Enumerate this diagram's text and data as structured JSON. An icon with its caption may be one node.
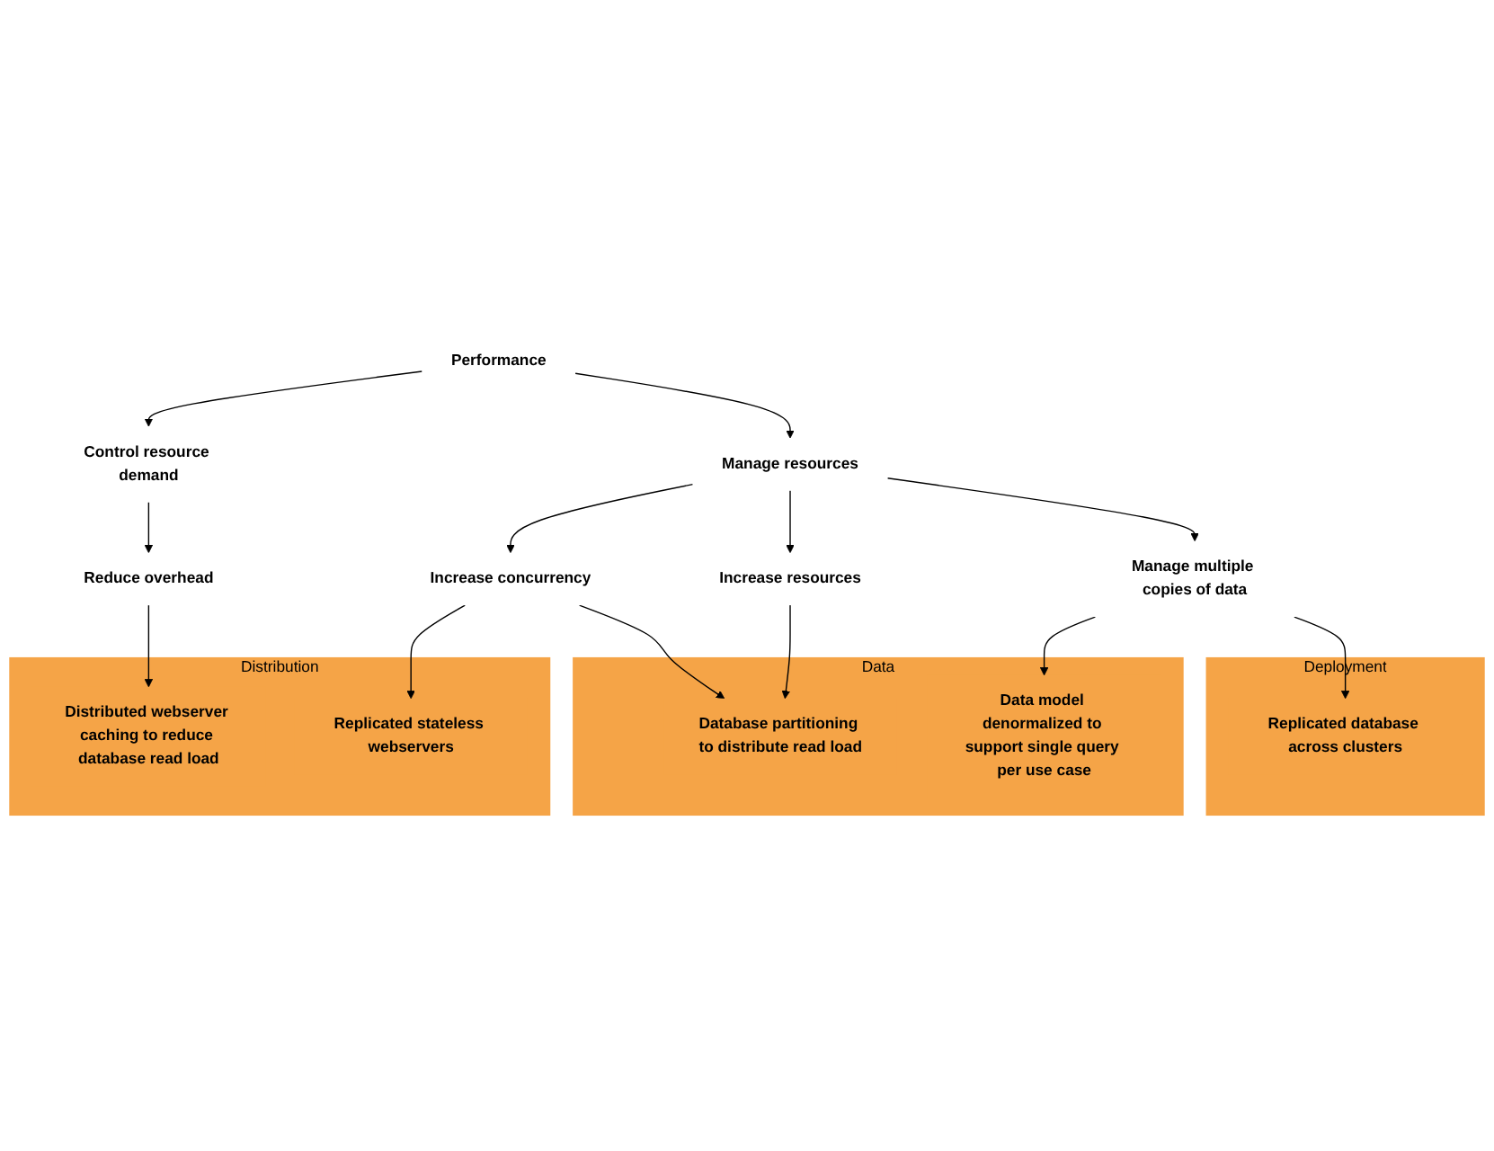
{
  "diagram": {
    "nodes": [
      {
        "text": [
          "Performance"
        ]
      },
      {
        "text": [
          "Control resource demand"
        ]
      },
      {
        "text": [
          "Manage resources"
        ]
      },
      {
        "text": [
          "Reduce overhead"
        ]
      },
      {
        "text": [
          "Increase resources"
        ]
      },
      {
        "text": [
          "Increase concurrency"
        ]
      },
      {
        "text": [
          "Manage multiple copies of data"
        ]
      },
      {
        "text": [
          "Data"
        ]
      },
      {
        "text": [
          "Database partitioning to distribute read load"
        ],
        "in": 7
      },
      {
        "text": [
          "Data model denormalized to support single query per use case"
        ],
        "in": 7
      },
      {
        "text": [
          "Distribution"
        ]
      },
      {
        "text": [
          "Distributed webserver caching to reduce database read load"
        ],
        "in": 10
      },
      {
        "text": [
          "Replicated stateless webservers"
        ],
        "in": 10
      },
      {
        "text": [
          "Deployment"
        ]
      },
      {
        "text": [
          "Replicated database across clusters"
        ],
        "in": 13
      }
    ],
    "edges": [
      {
        "from": 0,
        "to": 1,
        "arrow": "to"
      },
      {
        "from": 0,
        "to": 2,
        "arrow": "to"
      },
      {
        "from": 1,
        "to": 3,
        "arrow": "to"
      },
      {
        "from": 2,
        "to": 4,
        "arrow": "to"
      },
      {
        "from": 2,
        "to": 5,
        "arrow": "to"
      },
      {
        "from": 2,
        "to": 6,
        "arrow": "to"
      },
      {
        "from": 3,
        "to": 11,
        "arrow": "to"
      },
      {
        "from": 4,
        "to": 8,
        "arrow": "to"
      },
      {
        "from": 5,
        "to": 8,
        "arrow": "to"
      },
      {
        "from": 5,
        "to": 12,
        "arrow": "to"
      },
      {
        "from": 6,
        "to": 9,
        "arrow": "to"
      },
      {
        "from": 6,
        "to": 14,
        "arrow": "to"
      }
    ]
  }
}
